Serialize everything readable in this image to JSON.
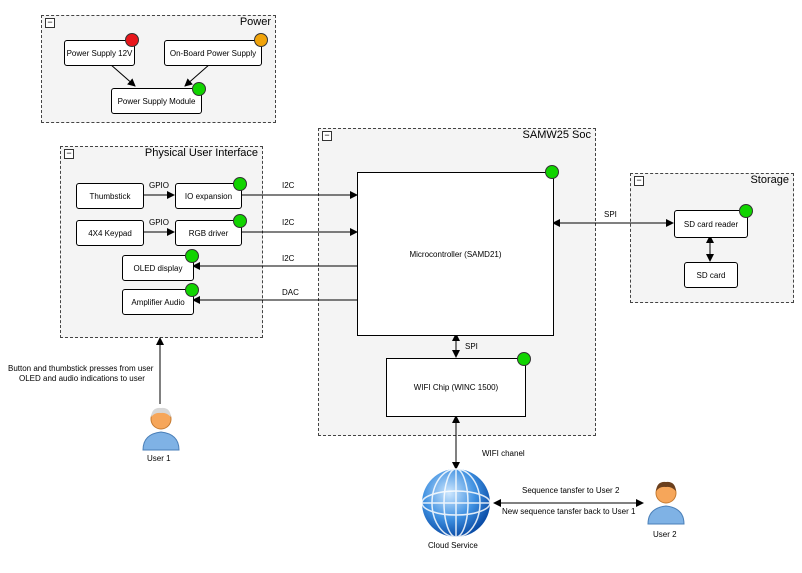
{
  "groups": {
    "power": "Power",
    "pui": "Physical User Interface",
    "soc": "SAMW25 Soc",
    "storage": "Storage"
  },
  "collapse_symbol": "−",
  "boxes": {
    "ps12": "Power Supply 12V",
    "onboard": "On-Board Power Supply",
    "psm": "Power Supply Module",
    "thumbstick": "Thumbstick",
    "ioexp": "IO expansion",
    "keypad": "4X4 Keypad",
    "rgb": "RGB driver",
    "oled": "OLED display",
    "amp": "Amplifier Audio",
    "mcu": "Microcontroller (SAMD21)",
    "wifi": "WIFI Chip (WINC 1500)",
    "sdreader": "SD card reader",
    "sdcard": "SD card"
  },
  "labels": {
    "gpio1": "GPIO",
    "gpio2": "GPIO",
    "i2c1": "I2C",
    "i2c2": "I2C",
    "i2c3": "I2C",
    "dac": "DAC",
    "spi_sd": "SPI",
    "spi_wifi": "SPI",
    "wifi_chanel": "WIFI chanel",
    "user_note_1": "Button and thumbstick presses from user",
    "user_note_2": "OLED and audio indications to user",
    "seq_to_u2": "Sequence tansfer to User 2",
    "seq_back_u1": "New sequence tansfer back to User 1",
    "user1": "User 1",
    "user2": "User 2",
    "cloud": "Cloud Service"
  },
  "colors": {
    "status_red": "#e8161b",
    "status_orange": "#f0a30a",
    "status_green": "#11d400"
  }
}
